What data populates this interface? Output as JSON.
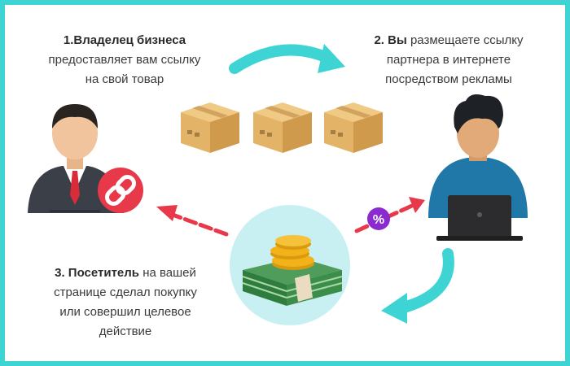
{
  "steps": [
    {
      "bold": "1.Владелец бизнеса",
      "lines": [
        "предоставляет вам ссылку",
        "на свой товар"
      ]
    },
    {
      "bold": "2. Вы",
      "first_rest": " размещаете ссылку",
      "lines": [
        "партнера в интернете",
        "посредством рекламы"
      ]
    },
    {
      "bold": "3. Посетитель",
      "first_rest": " на вашей",
      "lines": [
        "странице сделал покупку",
        "или совершил целевое",
        "действие"
      ]
    }
  ],
  "badge": {
    "percent_symbol": "%"
  },
  "colors": {
    "frame": "#3fd4d4",
    "teal_arrow": "#3fd4d4",
    "red_arrow": "#e8394a",
    "circle": "#c8f0f2",
    "owner_suit": "#3b3f47",
    "tie": "#d82c3a",
    "man_shirt": "#1f78a8",
    "laptop": "#2c2c2e",
    "box": "#e3b368",
    "money": "#2f7d3e",
    "coin": "#f3b21a"
  }
}
